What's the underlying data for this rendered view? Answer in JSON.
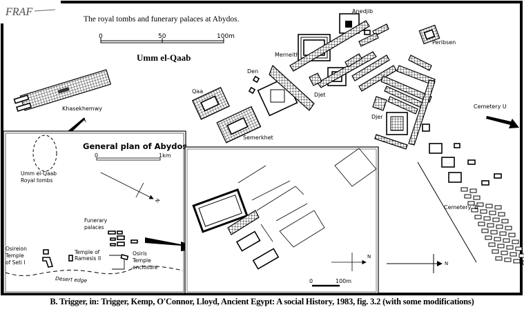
{
  "logo": {
    "text": "FRAF"
  },
  "map": {
    "title": "The royal tombs and funerary palaces at Abydos.",
    "scale": {
      "start": "0",
      "mid": "50",
      "end": "100m"
    },
    "area_heading": "Umm el-Qaab",
    "tombs": {
      "khasekhemwy": "Khasekhemwy",
      "qaa": "Qaa",
      "den": "Den",
      "merneith": "Merneith",
      "anedjib": "Anedjib",
      "djet": "Djet",
      "semerkhet": "Semerkhet",
      "djer": "Djer",
      "peribsen": "Peribsen"
    },
    "cemetery_u": "Cemetery U",
    "cemetery_b": "Cemetery 'B'"
  },
  "general_plan": {
    "heading": "General plan of Abydos",
    "scale": {
      "start": "0",
      "end": "1km"
    },
    "umm_el_qaab": [
      "Umm el-Qaab",
      "Royal tombs"
    ],
    "funerary_palaces": [
      "Funerary",
      "palaces"
    ],
    "osireion": [
      "Osireion",
      "Temple",
      "of Seti I"
    ],
    "ramesis": [
      "Temple of",
      "Ramesis II"
    ],
    "osiris": [
      "Osiris",
      "Temple",
      "enclosure"
    ],
    "desert_edge": "Desert edge",
    "north": "N"
  },
  "palaces_plan": {
    "scale": {
      "start": "0",
      "end": "100m"
    },
    "north": "N"
  },
  "cemetery_north": "N",
  "caption": "B. Trigger, in: Trigger, Kemp, O'Connor, Lloyd, Ancient Egypt: A social History, 1983, fig. 3.2  (with some modifications)"
}
